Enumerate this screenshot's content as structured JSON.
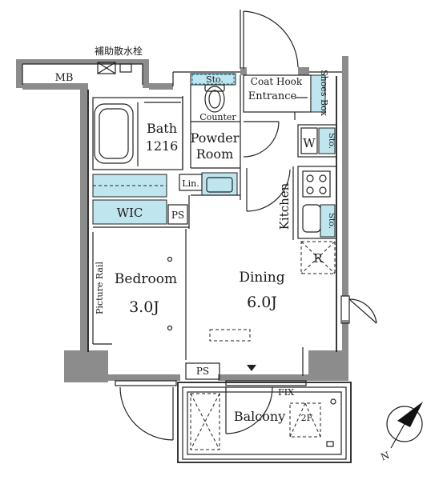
{
  "labels": {
    "hydrant": "補助散水栓",
    "mb": "MB",
    "sto_top": "Sto.",
    "coat_hook": "Coat Hook",
    "entrance": "Entrance",
    "shoes_box": "Shoes Box",
    "counter": "Counter",
    "bath": "Bath",
    "bath_size": "1216",
    "powder": "Powder",
    "room": "Room",
    "w": "W",
    "sto_w": "Sto.",
    "lin": "Lin.",
    "kitchen": "Kitchen",
    "sto_k": "Sto.",
    "wic": "WIC",
    "ps_top": "PS",
    "r": "R",
    "picture_rail": "Picture Rail",
    "bedroom": "Bedroom",
    "bedroom_size": "3.0J",
    "dining": "Dining",
    "dining_size": "6.0J",
    "ps_bottom": "PS",
    "fix": "FIX",
    "balcony": "Balcony",
    "two_f": "2F",
    "north": "N"
  },
  "colors": {
    "wall": "#8c8c8c",
    "fixture_blue": "#bfe6ef",
    "line": "#222222"
  }
}
